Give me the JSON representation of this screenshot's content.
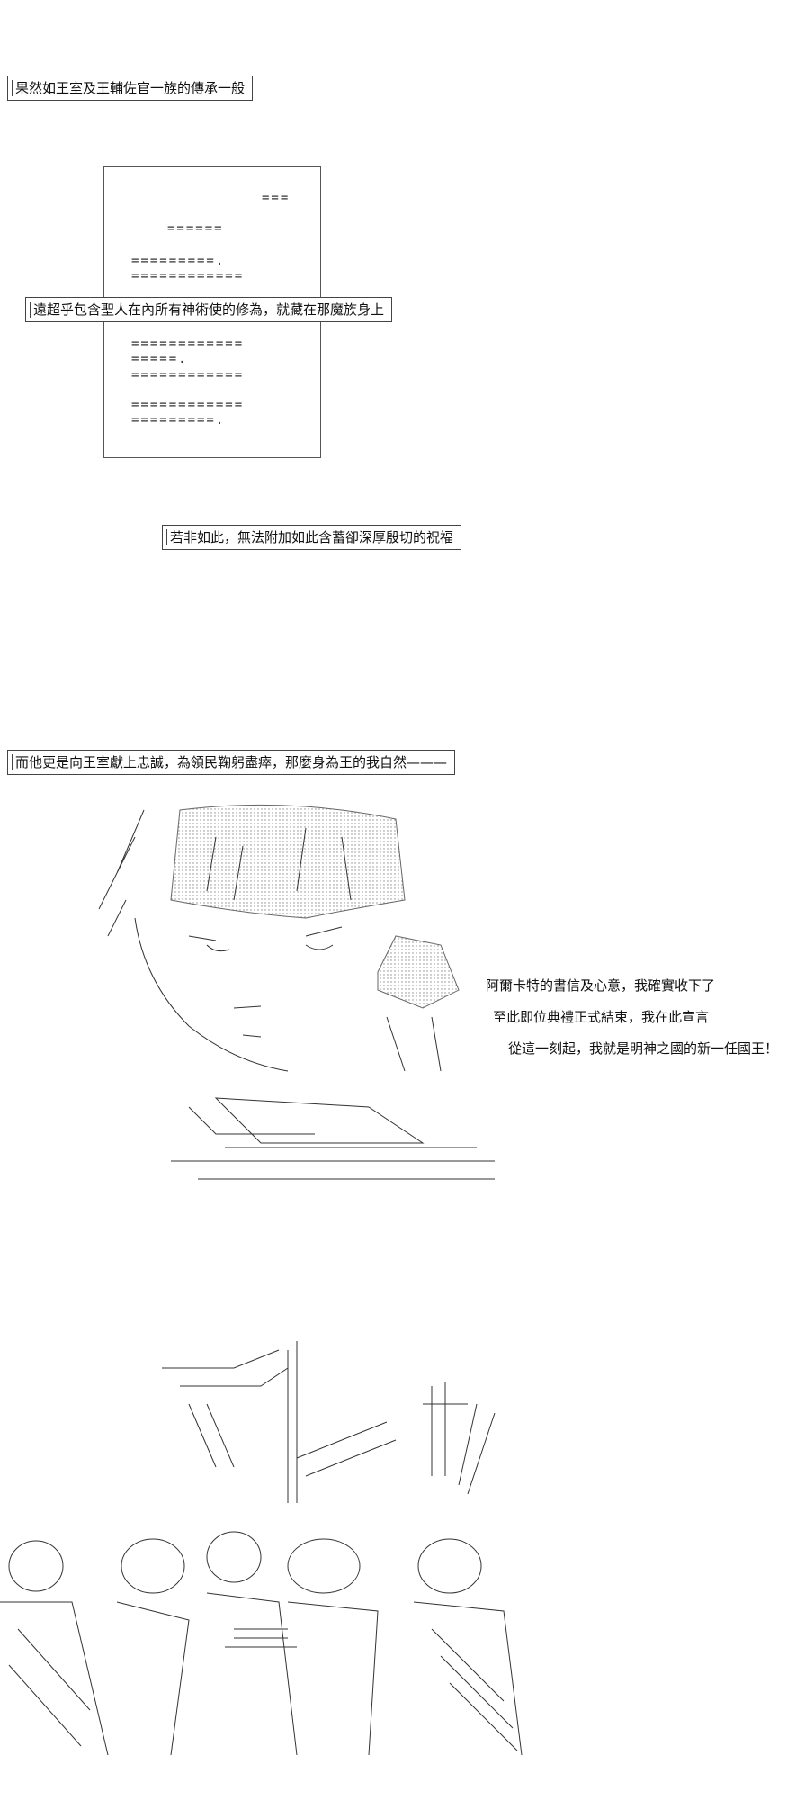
{
  "captions": {
    "c1": "果然如王室及王輔佐官一族的傳承一般",
    "c2": "遠超乎包含聖人在內所有神術使的修為，就藏在那魔族身上",
    "c3": "若非如此，無法附加如此含蓄卻深厚殷切的祝福",
    "c4": "而他更是向王室獻上忠誠，為領民鞠躬盡瘁，那麼身為王的我自然———"
  },
  "letter": {
    "lines": [
      "===",
      "======",
      "=========.",
      "============",
      "============",
      "=====.",
      "============",
      "============",
      "=========."
    ]
  },
  "side_text": {
    "line1": "阿爾卡特的書信及心意，我確實收下了",
    "line2": "至此即位典禮正式結束，我在此宣言",
    "line3": "從這一刻起，我就是明神之國的新一任國王！"
  }
}
